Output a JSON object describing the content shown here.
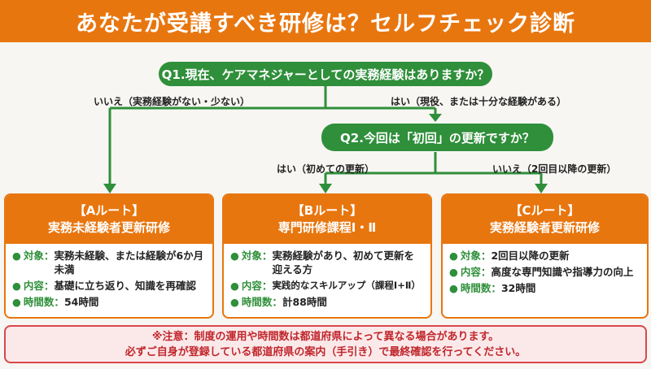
{
  "title": "あなたが受講すべき研修は？セルフチェック診断",
  "q1": "Q1.現在、ケアマネジャーとしての実務経験はありますか？",
  "q1_no": "いいえ（実務経験がない・少ない）",
  "q1_yes": "はい（現役、または十分な経験がある）",
  "q2": "Q2.今回は「初回」の更新ですか？",
  "q2_yes": "はい（初めての更新）",
  "q2_no": "いいえ（2回目以降の更新）",
  "routes": [
    {
      "route": "【Aルート】",
      "name": "実務未経験者更新研修",
      "items": [
        {
          "k": "対象：",
          "v": "実務未経験、または経験が6か月未満"
        },
        {
          "k": "内容：",
          "v": "基礎に立ち返り、知識を再確認"
        },
        {
          "k": "時間数：",
          "v": "54時間"
        }
      ]
    },
    {
      "route": "【Bルート】",
      "name": "専門研修課程Ⅰ・Ⅱ",
      "items": [
        {
          "k": "対象：",
          "v": "実務経験があり、初めて更新を迎える方"
        },
        {
          "k": "内容：",
          "v": "実践的なスキルアップ（課程Ⅰ+Ⅱ）"
        },
        {
          "k": "時間数：",
          "v": "計88時間"
        }
      ]
    },
    {
      "route": "【Cルート】",
      "name": "実務経験者更新研修",
      "items": [
        {
          "k": "対象：",
          "v": "2回目以降の更新"
        },
        {
          "k": "内容：",
          "v": "高度な専門知識や指導力の向上"
        },
        {
          "k": "時間数：",
          "v": "32時間"
        }
      ]
    }
  ],
  "note": [
    "※注意：制度の運用や時間数は都道府県によって異なる場合があります。",
    "必ずご自身が登録している都道府県の案内（手引き）で最終確認を行ってください。"
  ],
  "colors": {
    "orange": "#e8760f",
    "green": "#2f8f3a",
    "red": "#d9474a"
  }
}
